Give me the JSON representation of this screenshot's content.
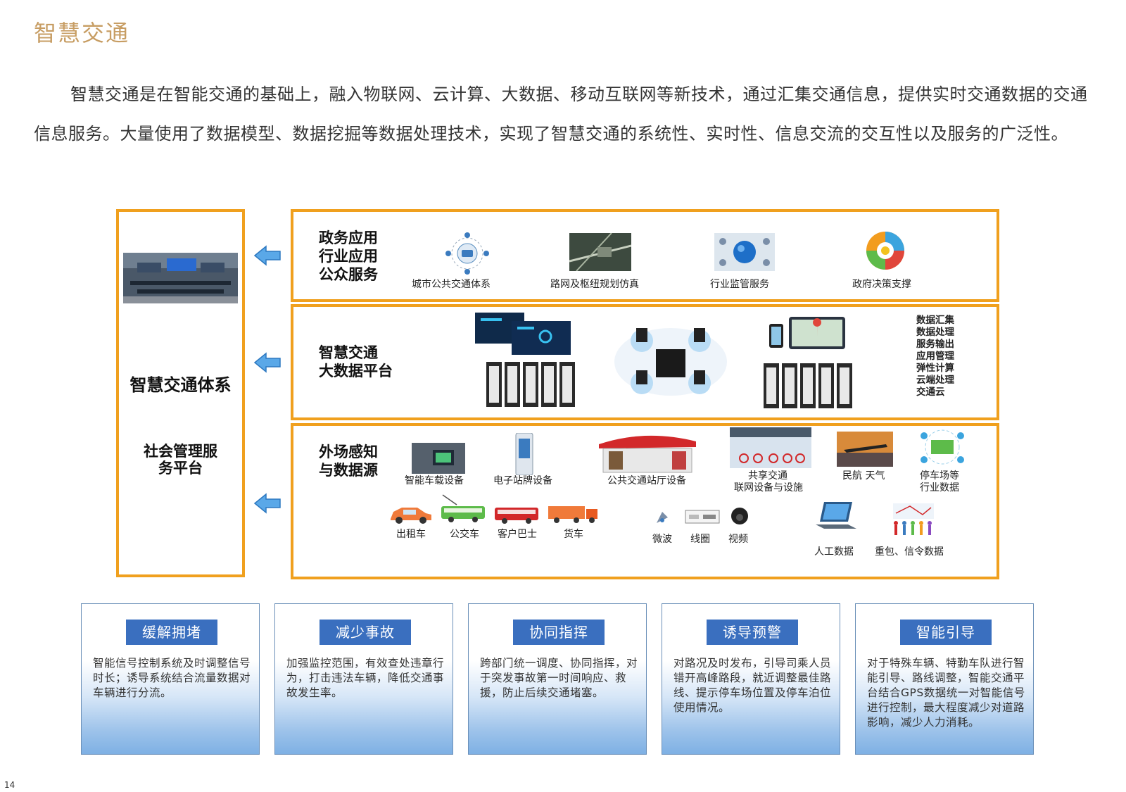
{
  "section_title": "智慧交通",
  "intro": "智慧交通是在智能交通的基础上，融入物联网、云计算、大数据、移动互联网等新技术，通过汇集交通信息，提供实时交通数据的交通信息服务。大量使用了数据模型、数据挖掘等数据处理技术，实现了智慧交通的系统性、实时性、信息交流的交互性以及服务的广泛性。",
  "system": {
    "name": "智慧交通体系",
    "platform": "社会管理服务平台"
  },
  "layer1": {
    "title_lines": [
      "政务应用",
      "行业应用",
      "公众服务"
    ],
    "items": [
      "城市公共交通体系",
      "路网及枢纽规划仿真",
      "行业监管服务",
      "政府决策支撑"
    ]
  },
  "layer2": {
    "title_lines": [
      "智慧交通",
      "大数据平台"
    ],
    "functions": [
      "数据汇集",
      "数据处理",
      "服务输出",
      "应用管理",
      "弹性计算",
      "云端处理",
      "交通云"
    ]
  },
  "layer3": {
    "title_lines": [
      "外场感知",
      "与数据源"
    ],
    "row1": [
      "智能车载设备",
      "电子站牌设备",
      "公共交通站厅设备",
      "共享交通",
      "联网设备与设施",
      "民航 天气",
      "停车场等",
      "行业数据"
    ],
    "vehicles": [
      "出租车",
      "公交车",
      "客户巴士",
      "货车"
    ],
    "sensors": [
      "微波",
      "线圈",
      "视频"
    ],
    "others": [
      "人工数据",
      "重包、信令数据"
    ]
  },
  "benefits": [
    {
      "label": "缓解拥堵",
      "text": "智能信号控制系统及时调整信号时长；诱导系统结合流量数据对车辆进行分流。"
    },
    {
      "label": "减少事故",
      "text": "加强监控范围，有效查处违章行为，打击违法车辆，降低交通事故发生率。"
    },
    {
      "label": "协同指挥",
      "text": "跨部门统一调度、协同指挥，对于突发事故第一时间响应、救援，防止后续交通堵塞。"
    },
    {
      "label": "诱导预警",
      "text": "对路况及时发布，引导司乘人员错开高峰路段，就近调整最佳路线、提示停车场位置及停车泊位使用情况。"
    },
    {
      "label": "智能引导",
      "text": "对于特殊车辆、特勤车队进行智能引导、路线调整，智能交通平台结合GPS数据统一对智能信号进行控制，最大程度减少对道路影响，减少人力消耗。"
    }
  ],
  "page_number": "14",
  "colors": {
    "accent_orange": "#f0a01e",
    "title_gold": "#c79d63",
    "badge_blue": "#3a6fbf"
  }
}
